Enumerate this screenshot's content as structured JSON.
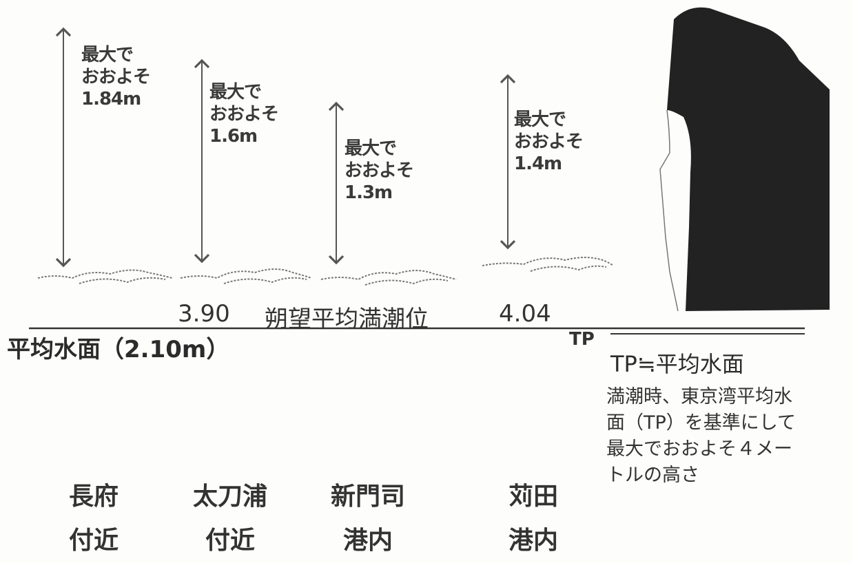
{
  "measurements": [
    {
      "label_lines": [
        "最大で",
        "おおよそ",
        "1.84m"
      ]
    },
    {
      "label_lines": [
        "最大で",
        "おおよそ",
        "1.6m"
      ]
    },
    {
      "label_lines": [
        "最大で",
        "おおよそ",
        "1.3m"
      ]
    },
    {
      "label_lines": [
        "最大で",
        "おおよそ",
        "1.4m"
      ]
    }
  ],
  "reference_line": {
    "value_left": "3.90",
    "label": "朔望平均満潮位",
    "value_right": "4.04"
  },
  "mean_sea_level_label": "平均水面（2.10m）",
  "tp": {
    "mark": "TP",
    "title": "TP≒平均水面",
    "note_lines": [
      "満潮時、東京湾平均水",
      "面（TP）を基準にして",
      "最大でおおよそ４メー",
      "トルの高さ"
    ]
  },
  "locations": [
    {
      "lines": [
        "長府",
        "付近"
      ]
    },
    {
      "lines": [
        "太刀浦",
        "付近"
      ]
    },
    {
      "lines": [
        "新門司",
        "港内"
      ]
    },
    {
      "lines": [
        "苅田",
        "港内"
      ]
    }
  ]
}
